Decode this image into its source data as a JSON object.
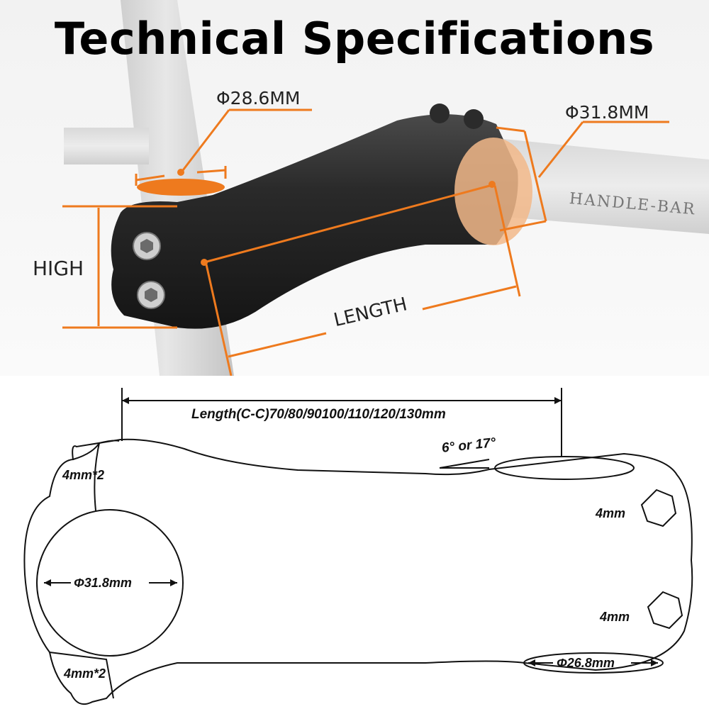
{
  "page_title": "Technical Specifications",
  "photo": {
    "diameter_steerer": "Φ28.6MM",
    "diameter_bar": "Φ31.8MM",
    "high_label": "HIGH",
    "length_label": "LENGTH",
    "handlebar_print": "HANDLE-BAR",
    "accent_color": "#ee7a1e"
  },
  "drawing": {
    "length_spec": "Length(C-C)70/80/90100/110/120/130mm",
    "angle_spec": "6° or 17°",
    "bolt_top_left": "4mm*2",
    "bolt_bottom_left": "4mm*2",
    "clamp_diameter": "Φ31.8mm",
    "bolt_right_top": "4mm",
    "bolt_right_bottom": "4mm",
    "steerer_diameter": "Φ26.8mm"
  }
}
